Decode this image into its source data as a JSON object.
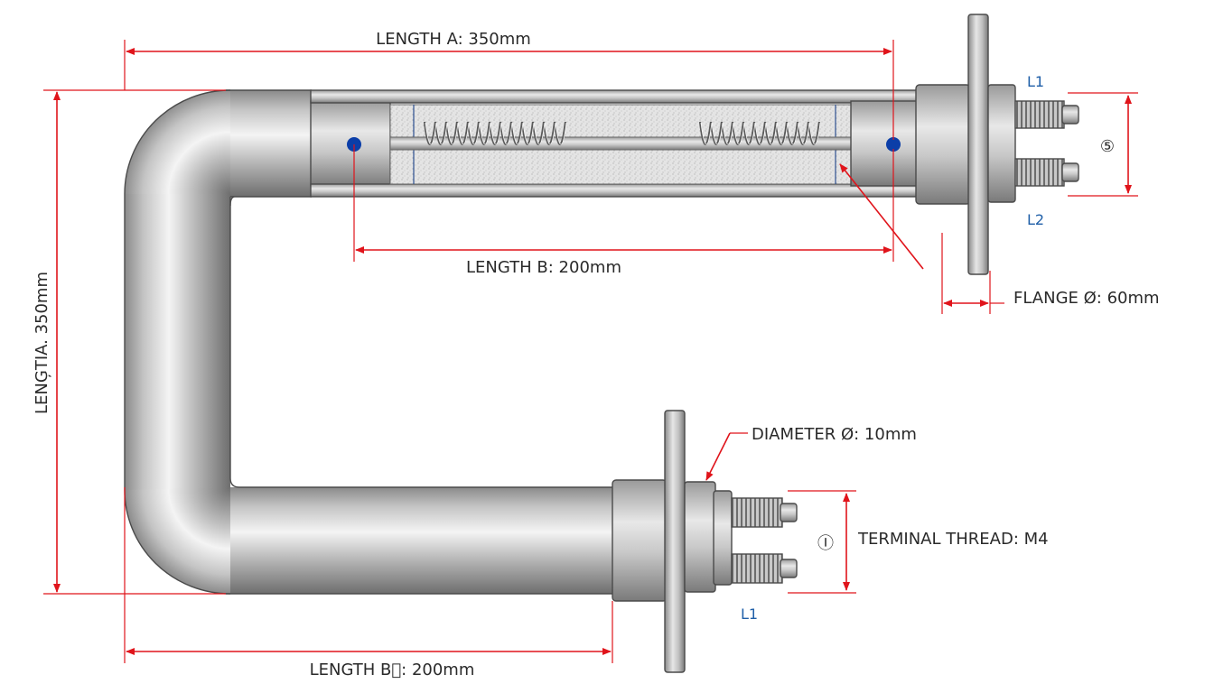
{
  "labels": {
    "length_a": "LENGTH A: 350mm",
    "length_b_top": "LENGTH B: 200mm",
    "length_b_bottom": "LENGTH B⃨: 200mm",
    "length_vertical": "LENĢTIA. 350mm",
    "flange": "FLANGE Ø: 60mm",
    "diameter": "DIAMETER Ø: 10mm",
    "terminal_thread": "TERMINAL THREAD: M4",
    "l1_top": "L1",
    "l2_top": "L2",
    "l1_bottom": "L1",
    "symbol_top": "⑤",
    "symbol_bottom": "Ⓘ"
  },
  "colors": {
    "dimension": "#e0141b",
    "terminal_label": "#1f5fa8",
    "marker": "#0b3ea8",
    "tube_dark": "#7d7d7d",
    "tube_light": "#f2f2f2"
  }
}
